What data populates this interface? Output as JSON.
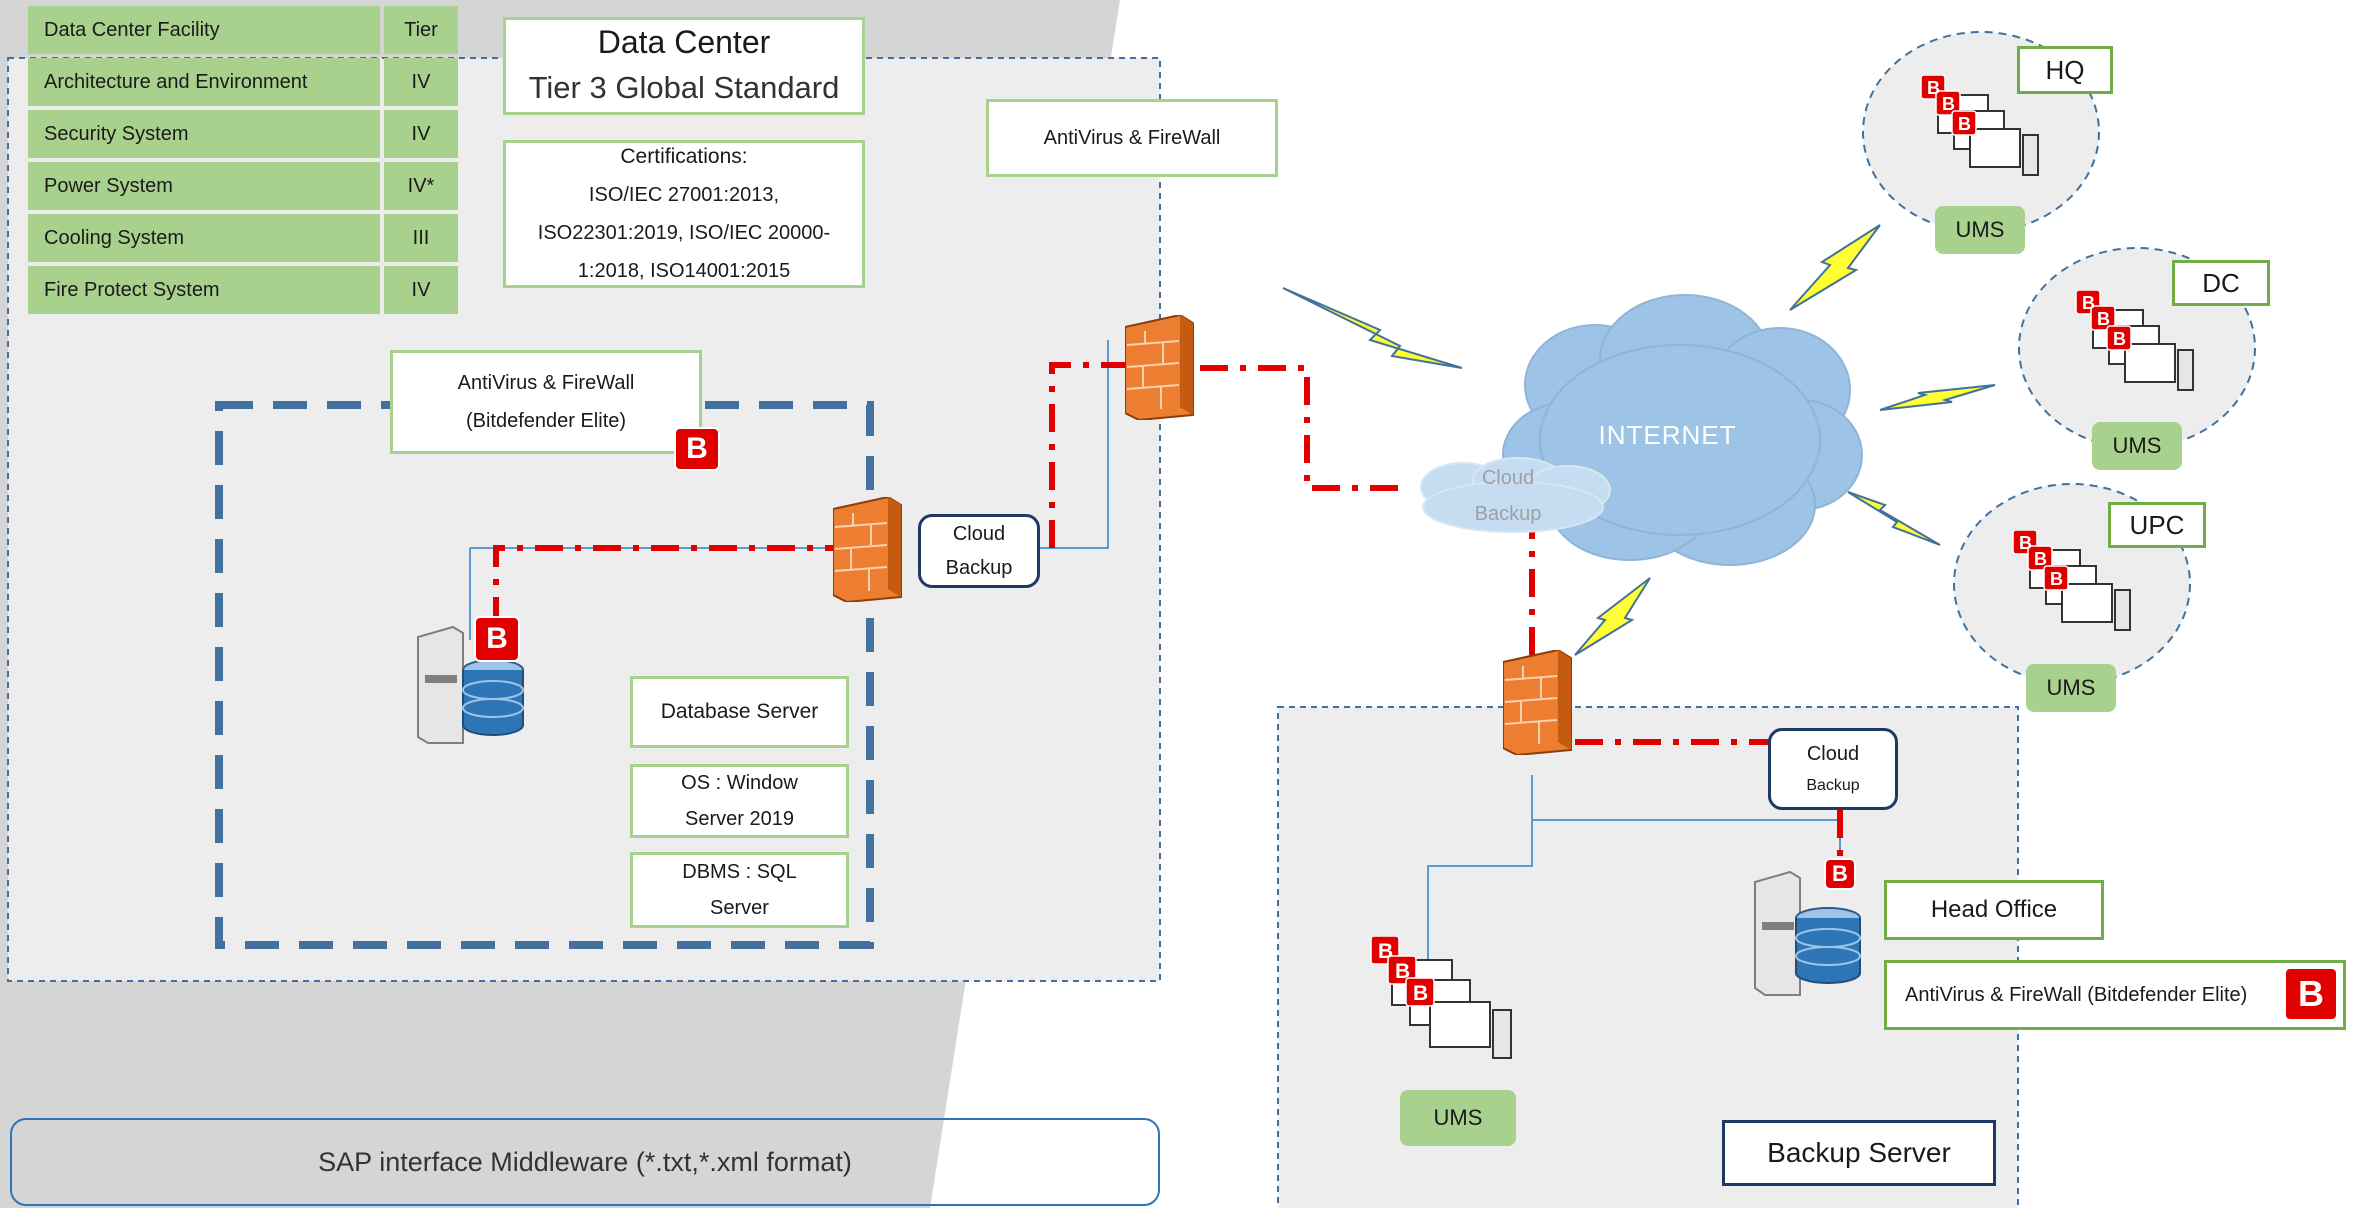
{
  "facility_table": {
    "header": {
      "facility": "Data Center Facility",
      "tier": "Tier"
    },
    "rows": [
      {
        "facility": "Architecture and Environment",
        "tier": "IV"
      },
      {
        "facility": "Security System",
        "tier": "IV"
      },
      {
        "facility": "Power System",
        "tier": "IV*"
      },
      {
        "facility": "Cooling System",
        "tier": "III"
      },
      {
        "facility": "Fire Protect System",
        "tier": "IV"
      }
    ]
  },
  "data_center": {
    "title": "Data Center",
    "subtitle": "Tier 3 Global Standard",
    "certifications_label": "Certifications:",
    "certifications_lines": [
      "ISO/IEC 27001:2013,",
      "ISO22301:2019, ISO/IEC 20000-",
      "1:2018, ISO14001:2015"
    ]
  },
  "antivirus_top": "AntiVirus & FireWall",
  "antivirus_inner": {
    "line1": "AntiVirus & FireWall",
    "line2": "(Bitdefender Elite)"
  },
  "cloud_backup_dc": {
    "line1": "Cloud",
    "line2": "Backup"
  },
  "database_server": "Database Server",
  "os": {
    "line1": "OS : Window",
    "line2": "Server 2019"
  },
  "dbms": {
    "line1": "DBMS : SQL",
    "line2": "Server"
  },
  "internet_label": "INTERNET",
  "cloud_backup_internet": {
    "line1": "Cloud",
    "line2": "Backup"
  },
  "sites": [
    {
      "name": "HQ",
      "ums": "UMS"
    },
    {
      "name": "DC",
      "ums": "UMS"
    },
    {
      "name": "UPC",
      "ums": "UMS"
    }
  ],
  "backup_site": {
    "cloud_backup": {
      "line1": "Cloud",
      "line2": "Backup"
    },
    "head_office": "Head Office",
    "antivirus": "AntiVirus & FireWall (Bitdefender Elite)",
    "ums": "UMS",
    "backup_server": "Backup Server"
  },
  "middleware": "SAP interface Middleware (*.txt,*.xml format)",
  "bitdefender_letter": "B",
  "colors": {
    "green_fill": "#a9d18e",
    "dashed_blue": "#41719c",
    "red_link": "#e00000",
    "navy": "#1f3864",
    "cloud_blue": "#9dc3e6",
    "zone_gray": "#ededed"
  }
}
